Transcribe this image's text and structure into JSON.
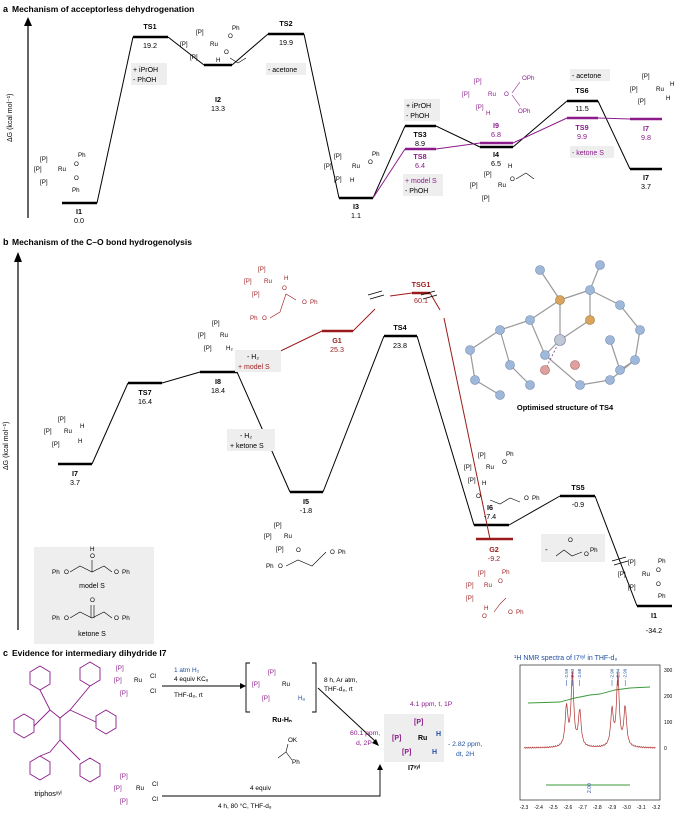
{
  "colors": {
    "black": "#000000",
    "purple": "#8b1a8b",
    "darkred": "#9b1b1b",
    "blue": "#1f4fa0",
    "shade": "#eeeeee",
    "nmr": "#b03030",
    "integ": "#3a9a3a"
  },
  "panel_a": {
    "letter": "a",
    "title": "Mechanism of acceptorless dehydrogenation",
    "ylabel": "ΔG (kcal mol⁻¹)",
    "states": [
      {
        "id": "I1",
        "value": "0.0",
        "color": "black"
      },
      {
        "id": "TS1",
        "value": "19.2",
        "color": "black"
      },
      {
        "id": "I2",
        "value": "13.3",
        "color": "black"
      },
      {
        "id": "TS2",
        "value": "19.9",
        "color": "black"
      },
      {
        "id": "I3",
        "value": "1.1",
        "color": "black"
      },
      {
        "id": "TS3",
        "value": "8.9",
        "color": "black"
      },
      {
        "id": "TS8",
        "value": "6.4",
        "color": "purple"
      },
      {
        "id": "I4",
        "value": "6.5",
        "color": "black"
      },
      {
        "id": "I9",
        "value": "6.8",
        "color": "purple"
      },
      {
        "id": "TS6",
        "value": "11.5",
        "color": "black"
      },
      {
        "id": "TS9",
        "value": "9.9",
        "color": "purple"
      },
      {
        "id": "I7",
        "value": "9.8",
        "color": "purple"
      },
      {
        "id": "I7b",
        "label": "I7",
        "value": "3.7",
        "color": "black"
      }
    ],
    "notes": {
      "n1a": "+ iPrOH",
      "n1b": "- PhOH",
      "n2": "- acetone",
      "n3a": "+ iPrOH",
      "n3b": "- PhOH",
      "n4a": "+ model S",
      "n4b": "- PhOH",
      "n5": "- acetone",
      "n6": "- ketone S"
    }
  },
  "panel_b": {
    "letter": "b",
    "title": "Mechanism of the C–O bond hydrogenolysis",
    "ylabel": "ΔG (kcal mol⁻¹)",
    "states": [
      {
        "id": "I7",
        "value": "3.7",
        "color": "black"
      },
      {
        "id": "TS7",
        "value": "16.4",
        "color": "black"
      },
      {
        "id": "I8",
        "value": "18.4",
        "color": "black"
      },
      {
        "id": "G1",
        "value": "25.3",
        "color": "darkred"
      },
      {
        "id": "TSG1",
        "value": "60.1",
        "color": "darkred"
      },
      {
        "id": "TS4",
        "value": "23.8",
        "color": "black"
      },
      {
        "id": "I5",
        "value": "-1.8",
        "color": "black"
      },
      {
        "id": "I6",
        "value": "-7.4",
        "color": "black"
      },
      {
        "id": "TS5",
        "value": "-0.9",
        "color": "black"
      },
      {
        "id": "G2",
        "value": "-9.2",
        "color": "darkred"
      },
      {
        "id": "I1",
        "value": "-34.2",
        "color": "black"
      }
    ],
    "notes": {
      "n1a": "- H₂",
      "n1b": "+ model S",
      "n2a": "- H₂",
      "n2b": "+ ketone S",
      "n3": "-"
    },
    "ts4_caption": "Optimised structure of TS4",
    "model_label": "model S",
    "ketone_label": "ketone S"
  },
  "panel_c": {
    "letter": "c",
    "title": "Evidence for intermediary dihydride I7",
    "ligand": "triphosˣʸˡ",
    "cond1a": "1 atm H₂",
    "cond1b": "4 equiv KC₈",
    "cond1c": "THF-d₈, rt",
    "ru_hn": "Ru-Hₙ",
    "cond2a": "8 h, Ar atm,",
    "cond2b": "THF-d₈, rt",
    "cond3": "4 equiv",
    "cond4": "4 h, 80 °C, THF-d₈",
    "product": "I7ˣʸˡ",
    "shift1": "4.1 ppm, t, 1P",
    "shift2a": "60.1 ppm,",
    "shift2b": "d, 2P",
    "shift3a": "- 2.82 ppm,",
    "shift3b": "dt, 2H",
    "nmr_title": "¹H NMR spectra of I7ˣʸˡ in THF-d₈",
    "nmr_x_ticks": [
      "-2.3",
      "-2.4",
      "-2.5",
      "-2.6",
      "-2.7",
      "-2.8",
      "-2.9",
      "-3.0",
      "-3.1",
      "-3.2"
    ],
    "nmr_y_ticks": [
      "300",
      "200",
      "100",
      "0"
    ],
    "nmr_peaks": [
      "-2.59",
      "-2.63",
      "-2.68",
      "-2.90",
      "-2.94",
      "-2.99"
    ],
    "nmr_integral": "2.00"
  },
  "atoms": {
    "P": "[P]",
    "Ru": "Ru",
    "H": "H",
    "Ph": "Ph",
    "O": "O",
    "Cl": "Cl",
    "OK": "OK",
    "OPh": "OPh",
    "H2": "H₂",
    "Ha": "Hₐ"
  }
}
